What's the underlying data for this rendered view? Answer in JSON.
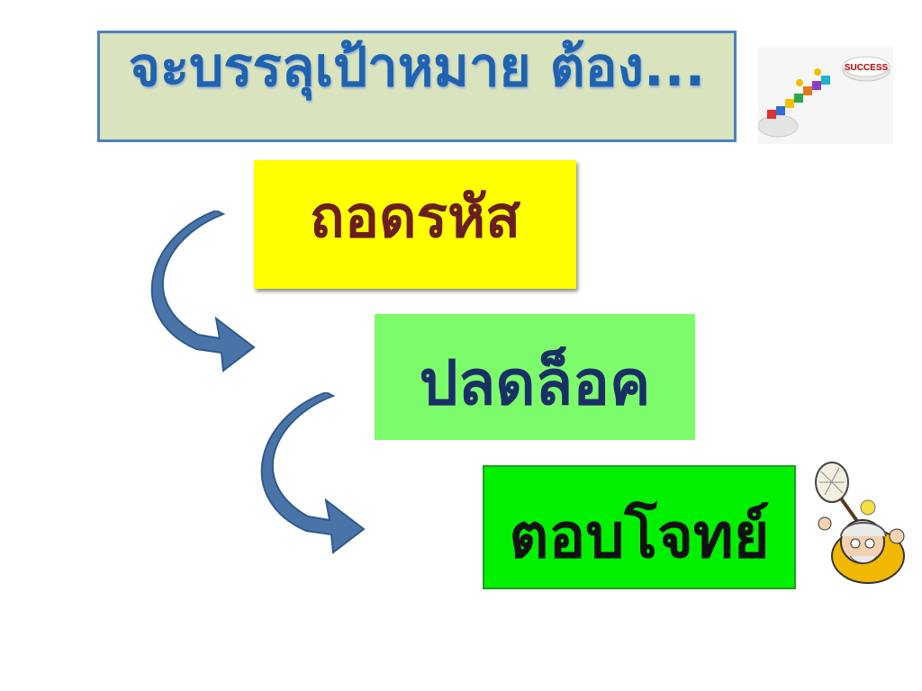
{
  "slide": {
    "title": "จะบรรลุเป้าหมาย ต้อง...",
    "step1": "ถอดรหัส",
    "step2": "ปลดล็อค",
    "step3": "ตอบโจทย์"
  },
  "images": {
    "top_right": "success-staircase-image",
    "bottom_right": "old-man-butterfly-net-image",
    "top_right_sign": "SUCCESS"
  },
  "colors": {
    "title_bg": "#d9e3bd",
    "title_text": "#1f63b0",
    "step1_bg": "#ffff00",
    "step2_bg": "#7cfc6b",
    "step3_bg": "#00f000",
    "arrow": "#4a73a8"
  }
}
